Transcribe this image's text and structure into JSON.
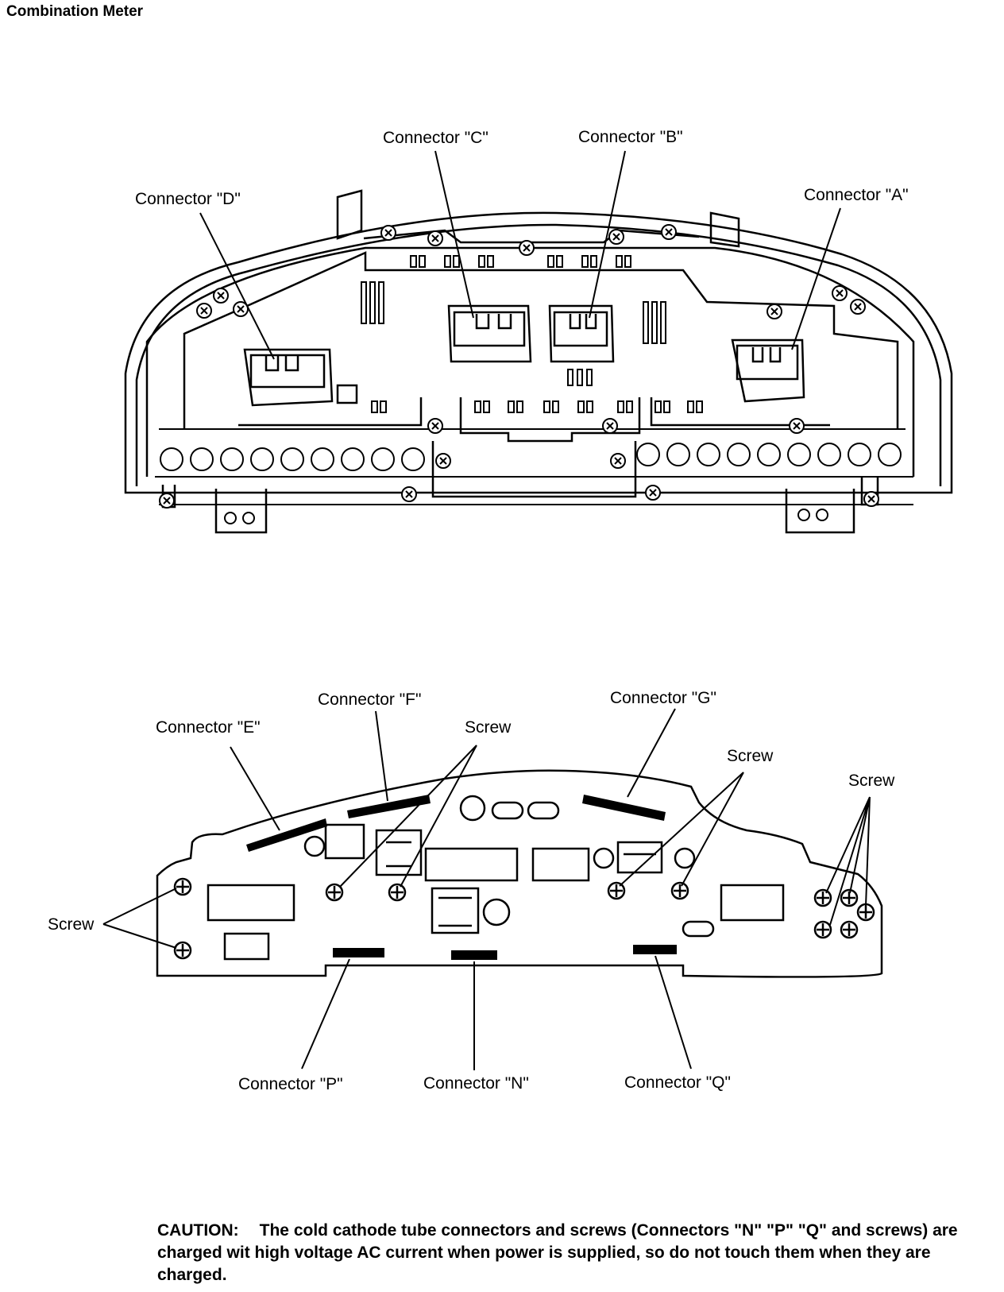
{
  "title": "Combination Meter",
  "top_view": {
    "connector_a": "Connector \"A\"",
    "connector_b": "Connector \"B\"",
    "connector_c": "Connector \"C\"",
    "connector_d": "Connector \"D\""
  },
  "bottom_view": {
    "connector_e": "Connector \"E\"",
    "connector_f": "Connector \"F\"",
    "connector_g": "Connector \"G\"",
    "connector_n": "Connector \"N\"",
    "connector_p": "Connector \"P\"",
    "connector_q": "Connector \"Q\"",
    "screw_left": "Screw",
    "screw_top": "Screw",
    "screw_mid": "Screw",
    "screw_right": "Screw"
  },
  "caution": {
    "heading": "CAUTION:",
    "text": "The cold cathode tube connectors and screws (Connectors \"N\" \"P\" \"Q\" and screws) are charged wit high voltage AC current when power is supplied, so do not touch them when they are charged."
  }
}
